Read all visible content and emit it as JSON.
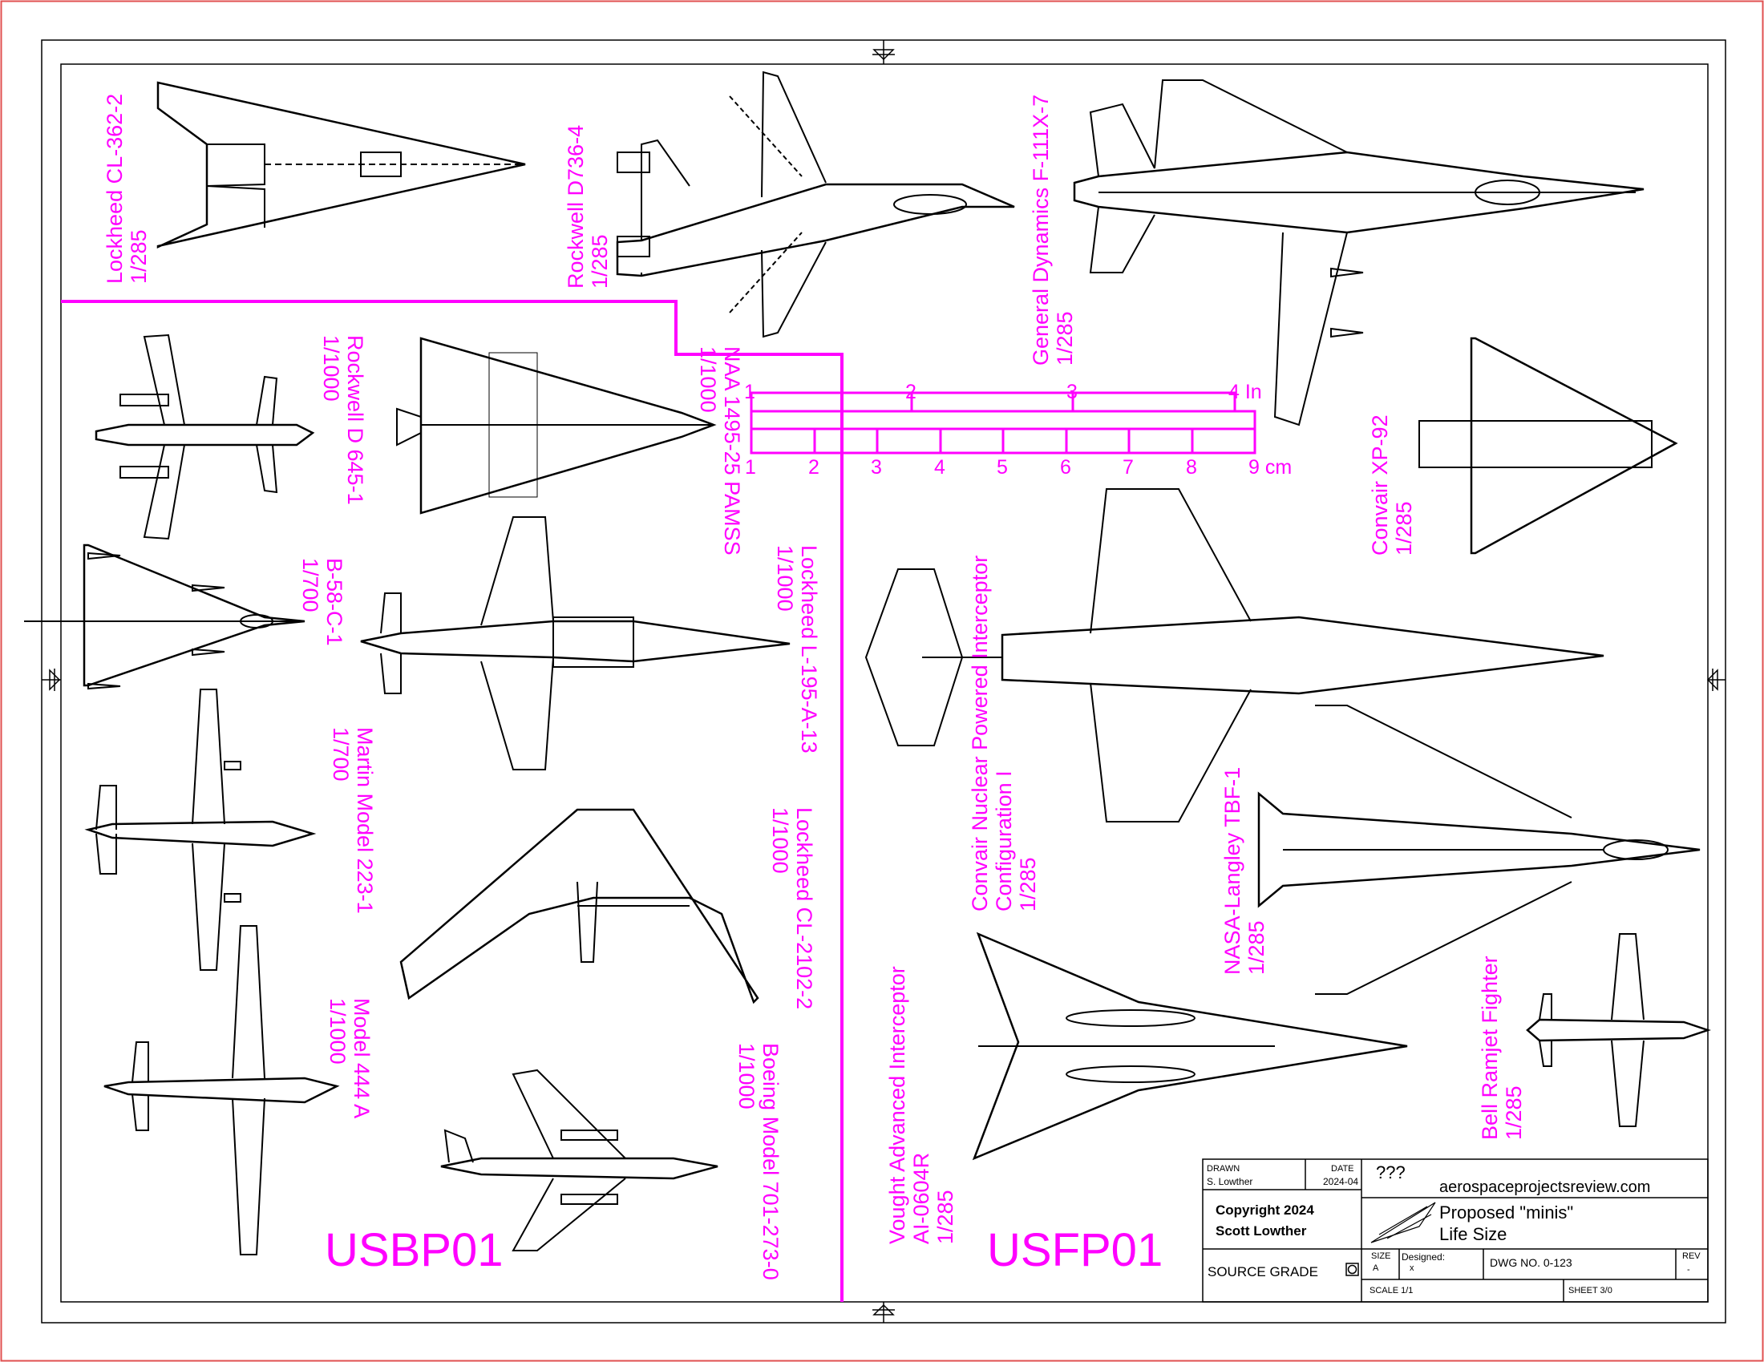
{
  "aircraft": [
    {
      "name": "Lockheed CL-362-2",
      "scale": "1/285"
    },
    {
      "name": "Rockwell D736-4",
      "scale": "1/285"
    },
    {
      "name": "General Dynamics F-111X-7",
      "scale": "1/285"
    },
    {
      "name": "Rockwell D 645-1",
      "scale": "1/1000"
    },
    {
      "name": "NAA 1495-25 PAMSS",
      "scale": "1/1000"
    },
    {
      "name": "B-58-C-1",
      "scale": "1/700"
    },
    {
      "name": "Lockheed L-195-A-13",
      "scale": "1/1000"
    },
    {
      "name": "Martin Model 223-1",
      "scale": "1/700"
    },
    {
      "name": "Lockheed CL-2102-2",
      "scale": "1/1000"
    },
    {
      "name": "Model 444 A",
      "scale": "1/1000"
    },
    {
      "name": "Boeing Model 701-273-0",
      "scale": "1/1000"
    },
    {
      "name": "Convair XP-92",
      "scale": "1/285"
    },
    {
      "name": "Convair Nuclear Powered Interceptor",
      "line2": "Configuration I",
      "scale": "1/285"
    },
    {
      "name": "NASA-Langley TBF-1",
      "scale": "1/285"
    },
    {
      "name": "Vought Advanced Interceptor",
      "line2": "AI-0604R",
      "scale": "1/285"
    },
    {
      "name": "Bell Ramjet Fighter",
      "scale": "1/285"
    }
  ],
  "groups": {
    "left": "USBP01",
    "right": "USFP01"
  },
  "scale_bar": {
    "inch_ticks": [
      "1",
      "2",
      "3",
      "4 In"
    ],
    "cm_ticks": [
      "1",
      "2",
      "3",
      "4",
      "5",
      "6",
      "7",
      "8",
      "9 cm"
    ]
  },
  "title_block": {
    "drawn_label": "DRAWN",
    "drawn_value": "S. Lowther",
    "date_label": "DATE",
    "date_value": "2024-04",
    "company": "???",
    "website": "aerospaceprojectsreview.com",
    "copyright_line1": "Copyright 2024",
    "copyright_line2": "Scott Lowther",
    "title_line1": "Proposed \"minis\"",
    "title_line2": "Life Size",
    "source_grade": "SOURCE GRADE",
    "size_label": "SIZE",
    "size_value": "A",
    "designed_label": "Designed:",
    "designed_value": "x",
    "dwg_no": "DWG NO. 0-123",
    "rev_label": "REV",
    "rev_value": "-",
    "scale": "SCALE 1/1",
    "sheet": "SHEET 3/0"
  },
  "colors": {
    "label": "#ff00ff",
    "line": "#000000",
    "border": "#e05050"
  }
}
